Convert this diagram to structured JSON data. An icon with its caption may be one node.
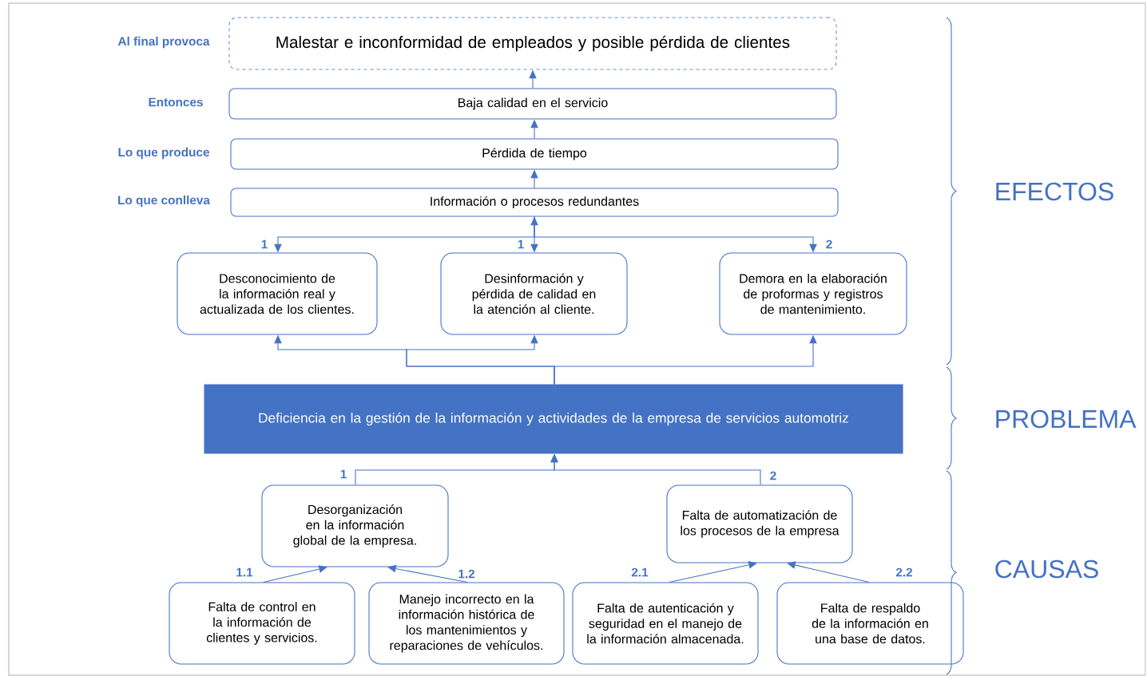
{
  "diagram": {
    "nodes": [
      {
        "text": [
          "Malestar e inconformidad de empleados y posible pérdida de clientes"
        ],
        "beside": [
          "Al final provoca"
        ]
      },
      {
        "text": [
          "Baja calidad en el servicio"
        ],
        "beside": [
          "Entonces"
        ]
      },
      {
        "text": [
          "Pérdida de tiempo"
        ],
        "beside": [
          "Lo que produce"
        ]
      },
      {
        "text": [
          "Información o procesos redundantes"
        ],
        "beside": [
          "Lo que conlleva"
        ]
      },
      {
        "text": [
          "Desconocimiento de la información real y actualizada de los clientes."
        ]
      },
      {
        "text": [
          "Desinformación y pérdida de calidad en la atención al cliente."
        ]
      },
      {
        "text": [
          "Demora en la elaboración de proformas y registros de mantenimiento."
        ]
      },
      {
        "text": [
          "Deficiencia en la gestión de la información y actividades de la empresa de servicios automotriz"
        ]
      },
      {
        "text": [
          "Desorganización en la información global de la empresa."
        ]
      },
      {
        "text": [
          "Falta de automatización de los procesos de la empresa"
        ]
      },
      {
        "text": [
          "Falta de control en la información de clientes y servicios."
        ]
      },
      {
        "text": [
          "Manejo incorrecto en la información histórica de los mantenimientos y reparaciones de vehículos."
        ]
      },
      {
        "text": [
          "Falta de autenticación y seguridad en el manejo de la información almacenada."
        ]
      },
      {
        "text": [
          "Falta de respaldo de la información en una base de datos."
        ]
      }
    ],
    "edges": [
      {
        "from": 1,
        "to": 0,
        "arrow": "to"
      },
      {
        "from": 2,
        "to": 1,
        "arrow": "to"
      },
      {
        "from": 3,
        "to": 2,
        "arrow": "to"
      },
      {
        "from": 3,
        "to": 4,
        "arrow": "to",
        "label": "1"
      },
      {
        "from": 3,
        "to": 5,
        "arrow": "both",
        "label": "1"
      },
      {
        "from": 3,
        "to": 6,
        "arrow": "to",
        "label": "2"
      },
      {
        "from": 7,
        "to": 4,
        "arrow": "to"
      },
      {
        "from": 7,
        "to": 5,
        "arrow": "to"
      },
      {
        "from": 7,
        "to": 6,
        "arrow": "to"
      },
      {
        "from": 8,
        "to": 7,
        "arrow": "to",
        "label": "1"
      },
      {
        "from": 9,
        "to": 7,
        "arrow": "to",
        "label": "2"
      },
      {
        "from": 10,
        "to": 8,
        "arrow": "to",
        "label": "1.1"
      },
      {
        "from": 11,
        "to": 8,
        "arrow": "to",
        "label": "1.2"
      },
      {
        "from": 12,
        "to": 9,
        "arrow": "to",
        "label": "2.1"
      },
      {
        "from": 13,
        "to": 9,
        "arrow": "to",
        "label": "2.2"
      }
    ],
    "labels": [
      "EFECTOS",
      "PROBLEMA",
      "CAUSAS"
    ]
  }
}
